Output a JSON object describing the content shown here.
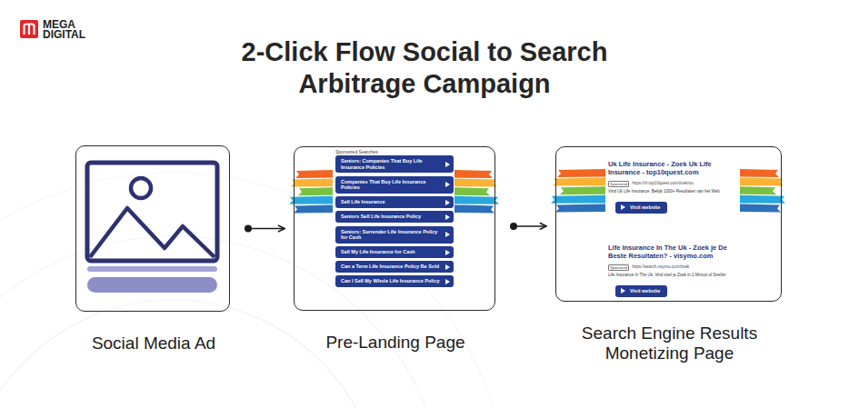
{
  "diagram": {
    "title": "2-Click Flow Social to Search Arbitrage Campaign",
    "nodes": [
      {
        "text": [
          "Social Media Ad"
        ]
      },
      {
        "text": [
          "Sponsored Searches",
          "Pre-Landing Page"
        ]
      },
      {
        "text": [
          "Seniors: Companies That Buy Life Insurance Policies"
        ],
        "in": 1
      },
      {
        "text": [
          "Companies That Buy Life Insurance Policies"
        ],
        "in": 1
      },
      {
        "text": [
          "Sell Life Insurance"
        ],
        "in": 1
      },
      {
        "text": [
          "Seniors Sell Life Insurance Policy"
        ],
        "in": 1
      },
      {
        "text": [
          "Seniors: Surrender Life Insurance Policy for Cash"
        ],
        "in": 1
      },
      {
        "text": [
          "Sell My Life Insurance for Cash"
        ],
        "in": 1
      },
      {
        "text": [
          "Can a Term Life Insurance Policy Be Sold"
        ],
        "in": 1
      },
      {
        "text": [
          "Can I Sell My Whole Life Insurance Policy"
        ],
        "in": 1
      },
      {
        "text": [
          "Uk Life Insurance - Zoek Uk Life Insurance - top10quest.com",
          "Sponsored",
          "https://nl.top10quest.com/zoek/uu",
          "Vind Uk Life Insurance. Bekijk 1000+ Resultaten van het Web",
          "Life Insurance In The Uk - Zoek je De Beste Resultaten? - visymo.com",
          "Sponsored",
          "https://search.visymo.com/zoek",
          "Life Insurance In The Uk. Vind snel je Zoek in 1 Minuut of Sneller",
          "Search Engine Results Monetizing Page"
        ]
      },
      {
        "text": [
          "Visit website"
        ],
        "in": 10
      },
      {
        "text": [
          "Visit website"
        ],
        "in": 10
      }
    ],
    "edges": [
      {
        "from": 0,
        "to": 1,
        "arrow": "to"
      },
      {
        "from": 1,
        "to": 10,
        "arrow": "to"
      }
    ],
    "labels": [
      "MEGA",
      "DIGITAL"
    ]
  }
}
